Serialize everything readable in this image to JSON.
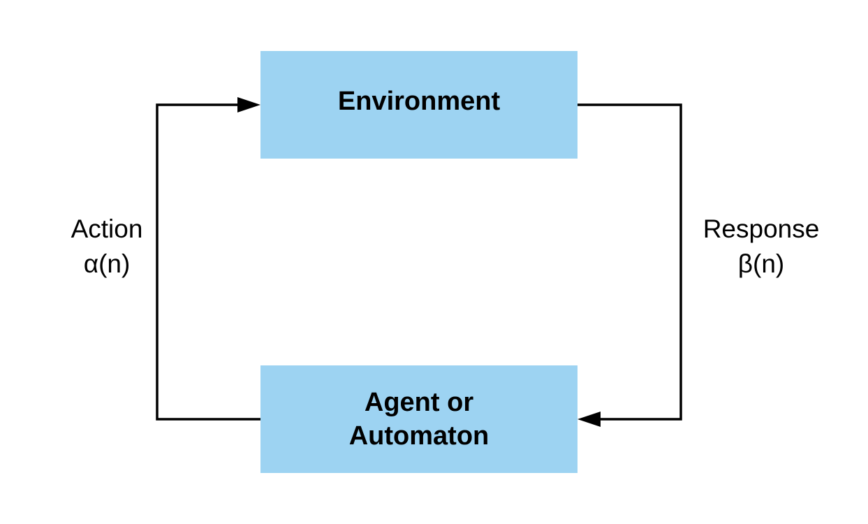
{
  "diagram": {
    "nodes": {
      "environment": {
        "label": "Environment"
      },
      "agent": {
        "label_line1": "Agent or",
        "label_line2": "Automaton"
      }
    },
    "edges": {
      "action": {
        "label_line1": "Action",
        "label_line2": "α(n)"
      },
      "response": {
        "label_line1": "Response",
        "label_line2": "β(n)"
      }
    },
    "colors": {
      "node_fill": "#9dd3f2",
      "line": "#000000",
      "text": "#000000"
    }
  }
}
